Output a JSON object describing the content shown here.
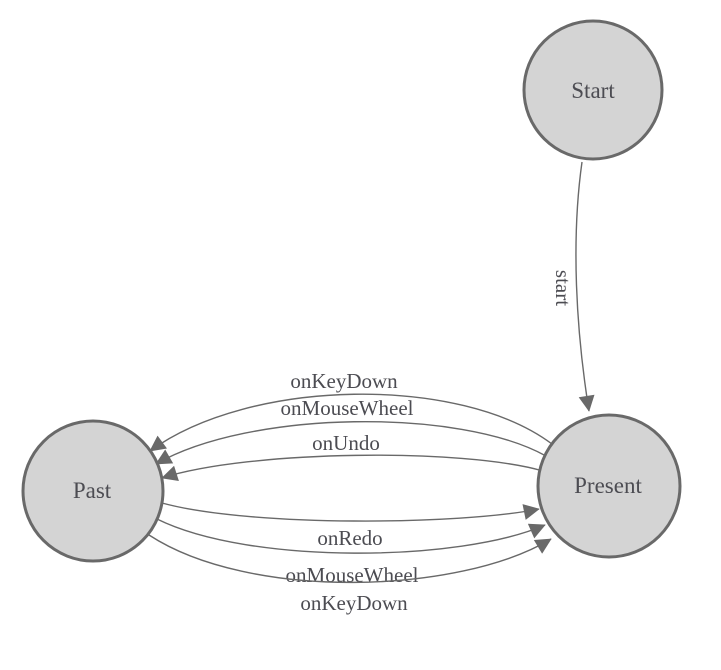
{
  "diagram": {
    "type": "state-machine",
    "nodes": {
      "start": {
        "label": "Start"
      },
      "past": {
        "label": "Past"
      },
      "present": {
        "label": "Present"
      }
    },
    "edges": {
      "start_to_present": {
        "label": "start",
        "label_orientation": "vertical"
      },
      "present_to_past": [
        {
          "label": "onKeyDown"
        },
        {
          "label": "onMouseWheel"
        },
        {
          "label": "onUndo"
        }
      ],
      "past_to_present": [
        {
          "label": "onRedo"
        },
        {
          "label": "onMouseWheel"
        },
        {
          "label": "onKeyDown"
        }
      ]
    },
    "colors": {
      "background": "#ffffff",
      "node_fill": "#d4d4d4",
      "node_stroke": "#696969",
      "edge_stroke": "#696969",
      "arrowhead": "#696969",
      "label_text": "#4c4c52"
    }
  }
}
